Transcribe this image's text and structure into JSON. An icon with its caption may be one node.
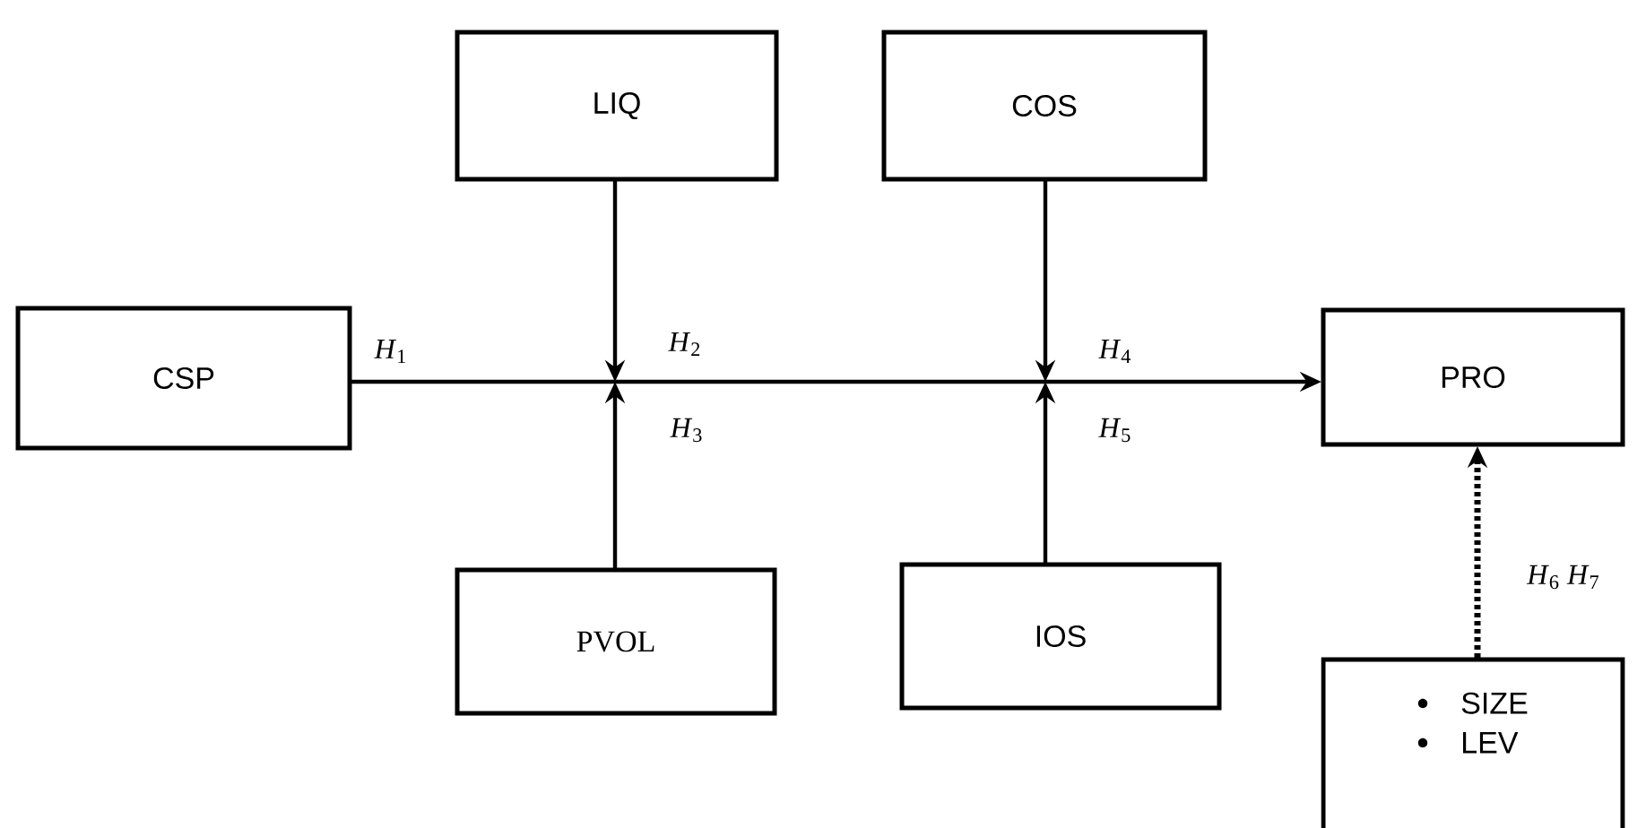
{
  "diagram": {
    "nodes": [
      {
        "text": [
          "CSP"
        ]
      },
      {
        "text": [
          "LIQ"
        ]
      },
      {
        "text": [
          "COS"
        ]
      },
      {
        "text": [
          "PRO"
        ]
      },
      {
        "text": [
          "PVOL"
        ]
      },
      {
        "text": [
          "IOS"
        ]
      },
      {
        "text": [
          "SIZE",
          "LEV"
        ]
      }
    ],
    "edges": [
      {
        "from": 0,
        "to": 3,
        "arrow": "to",
        "label": "*H*$_{1}$"
      },
      {
        "from": 1,
        "to": null,
        "arrow": "to",
        "label": "*H*$_{2}$"
      },
      {
        "from": 4,
        "to": null,
        "arrow": "to",
        "label": "*H*$_{3}$"
      },
      {
        "from": 2,
        "to": null,
        "arrow": "to",
        "label": "*H*$_{4}$"
      },
      {
        "from": 5,
        "to": null,
        "arrow": "to",
        "label": "*H*$_{5}$"
      },
      {
        "from": 6,
        "to": 3,
        "arrow": "to",
        "style": "dashed",
        "label": "*H*$_{6}$   *H*$_{7}$"
      }
    ]
  }
}
